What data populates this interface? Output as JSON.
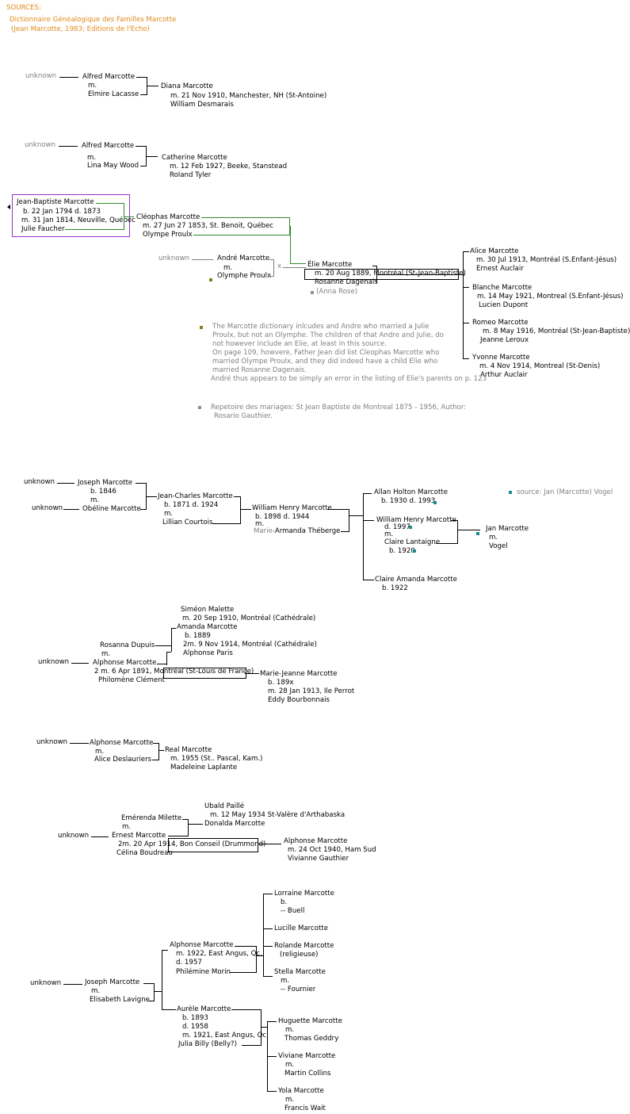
{
  "colors": {
    "source_text": "#e08a1a",
    "note_text": "#808080",
    "highlight_box": "#9b30c8",
    "green_line": "#2e8b2e",
    "olive_marker": "#8b7d1a",
    "gray_marker": "#909090",
    "teal_marker": "#1a8b8b"
  },
  "sources": {
    "heading": "SOURCES:",
    "line1": "Dictionnaire Généalogique des Familles Marcotte",
    "line2": "(Jean Marcotte, 1983; Editions de l'Echo)"
  },
  "f1": {
    "unknown": "unknown",
    "father": "Alfred Marcotte",
    "m": "m.",
    "mother": "Elmire Lacasse",
    "child": "Diana Marcotte",
    "cm": "m. 21 Nov 1910, Manchester, NH (St-Antoine)",
    "spouse": "William Desmarais"
  },
  "f2": {
    "unknown": "unknown",
    "father": "Alfred Marcotte",
    "m": "m.",
    "mother": "Lina May Wood",
    "child": "Catherine Marcotte",
    "cm": "m. 12 Feb 1927, Beeke, Stanstead",
    "spouse": "Roland Tyler"
  },
  "f3": {
    "jb_name": "Jean-Baptiste Marcotte",
    "jb_bd": "b. 22 Jan 1794    d. 1873",
    "jb_m": "m. 31 Jan 1814, Neuville, Québec",
    "jb_sp": "Julie Faucher",
    "cl_name": "Cléophas Marcotte",
    "cl_m": "m. 27 Jun 27 1853, St. Benoit, Québec",
    "cl_sp": "Olympe Proulx",
    "unknown": "unknown",
    "an_name": "André Marcotte",
    "an_m": "m.",
    "an_sp": "Olymphe Proulx",
    "x": "x",
    "el_name": "Élie Marcotte",
    "el_m": "m. 20 Aug 1889, Montréal (St-Jean-Baptiste)",
    "el_sp": "Rosanne Dagenais",
    "el_note": "(Anna Rose)",
    "c1": "Alice Marcotte",
    "c1m": "m. 30 Jul 1913, Montréal (S.Enfant-Jésus)",
    "c1s": "Ernest Auclair",
    "c2": "Blanche Marcotte",
    "c2m": "m. 14 May 1921, Montreal (S.Enfant-Jésus)",
    "c2s": "Lucien Dupont",
    "c3": "Romeo Marcotte",
    "c3m": "m. 8 May 1916, Montréal (St-Jean-Baptiste)",
    "c3s": "Jeanne Leroux",
    "c4": "Yvonne Marcotte",
    "c4m": "m. 4 Nov 1914, Montreal (St-Denis)",
    "c4s": "Arthur Auclair",
    "note1": [
      "The Marcotte dictionary inlcudes and Andre who married a Julie",
      "Proulx, but not an Olymphe.  The children of that Andre and Julie, do",
      "not however include an Elie, at least in this source.",
      "On page 109, howvere, Father Jean did list Cleophas Marcotte who",
      "married Olympe Proulx, and they did indeed have a child Elie who",
      "married Rosanne Dagenais."
    ],
    "note1_last": "André thus appears to be simply an error in the listing of Elie's  parents on p. 123",
    "note2_l1": "Repetoire des mariages: St Jean Baptiste de Montreal 1875 - 1956, Author:",
    "note2_l2": "Rosario Gauthier."
  },
  "f4": {
    "unknown1": "unknown",
    "jo_name": "Joseph Marcotte",
    "jo_b": "b. 1846",
    "jo_m": "m.",
    "unknown2": "unknown",
    "ob_name": "Obéline Marcotte",
    "jc_name": "Jean-Charles Marcotte",
    "jc_bd": "b. 1871  d. 1924",
    "jc_m": "m.",
    "jc_sp": "Lillian Courtois",
    "wh_name": "William Henry Marcotte",
    "wh_bd": "b. 1898  d. 1944",
    "wh_m": "m.",
    "wh_sp_a": "Marie-",
    "wh_sp_b": "Armanda Théberge",
    "ah_name": "Allan Holton Marcotte",
    "ah_bd": "b. 1930   d. 1993",
    "wh2_name": "William Henry Marcotte",
    "wh2_d": "d. 1997",
    "wh2_m": "m.",
    "wh2_sp": "Claire Lantaigne",
    "wh2_spb": "b. 1920",
    "ca_name": "Claire Amanda Marcotte",
    "ca_b": "b. 1922",
    "ja_name": "Jan Marcotte",
    "ja_m": "m.",
    "ja_sp": "Vogel",
    "source": "source: Jan (Marcotte) Vogel"
  },
  "f5": {
    "sm_name": "Siméon Malette",
    "sm_m": "m. 20 Sep 1910, Montréal (Cathédrale)",
    "am_name": "Amanda Marcotte",
    "am_b": "b. 1889",
    "am_m": "2m. 9 Nov 1914, Montréal (Cathédrale)",
    "am_sp": "Alphonse Paris",
    "rd_name": "Rosanna Dupuis",
    "m": "m.",
    "unknown": "unknown",
    "al_name": "Alphonse Marcotte",
    "al_m": "2 m. 6 Apr 1891, Montréal (St-Louis de France)",
    "al_sp": "Philomène Clément",
    "mj_name": "Marie-Jeanne Marcotte",
    "mj_b": "b. 189x",
    "mj_m": "m. 28 Jan 1913, Ile Perrot",
    "mj_sp": "Eddy Bourbonnais"
  },
  "f6": {
    "unknown": "unknown",
    "father": "Alphonse Marcotte",
    "m": "m.",
    "mother": "Alice Deslauriers",
    "child": "Real Marcotte",
    "cm": "m. 1955 (St.. Pascal, Kam.)",
    "spouse": "Madeleine Laplante"
  },
  "f7": {
    "up_name": "Ubald Paillé",
    "up_m": "m. 12 May 1934 St-Valère d'Arthabaska",
    "dm_name": "Donalda Marcotte",
    "em_name": "Emérenda Milette",
    "m": "m.",
    "unknown": "unknown",
    "er_name": "Ernest Marcotte",
    "er_m": "2m. 20 Apr 1914, Bon Conseil (Drummond)",
    "er_sp": "Célina Boudreau",
    "al_name": "Alphonse Marcotte",
    "al_m": "m. 24 Oct 1940, Ham Sud",
    "al_sp": "Vivianne Gauthier"
  },
  "f8": {
    "unknown": "unknown",
    "jo_name": "Joseph Marcotte",
    "jo_m": "m.",
    "jo_sp": "Elisabeth Lavigne",
    "ap_name": "Alphonse Marcotte",
    "ap_m": "m. 1922, East Angus, Qc.",
    "ap_d": "d. 1957",
    "ap_sp": "Philémine Morin",
    "lo_name": "Lorraine Marcotte",
    "lo_b": "b.",
    "lo_sp": "-- Buell",
    "lu_name": "Lucille Marcotte",
    "ro_name": "Rolande Marcotte",
    "ro_note": "(religieuse)",
    "st_name": "Stella Marcotte",
    "st_m": "m.",
    "st_sp": "-- Fournier",
    "au_name": "Aurèle Marcotte",
    "au_b": "b. 1893",
    "au_d": "d. 1958",
    "au_m": "m. 1921, East Angus, Qc.",
    "au_sp": "Julia Billy (Belly?)",
    "hu_name": "Huguette Marcotte",
    "hu_m": "m.",
    "hu_sp": "Thomas Geddry",
    "vi_name": "Viviane Marcotte",
    "vi_m": "m.",
    "vi_sp": "Martin Collins",
    "yo_name": "Yola Marcotte",
    "yo_m": "m.",
    "yo_sp": "Francis Wait"
  }
}
